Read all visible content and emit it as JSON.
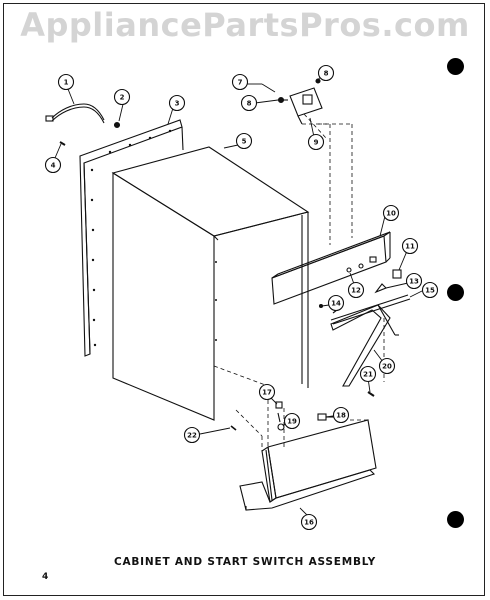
{
  "watermark": "AppliancePartsPros.com",
  "caption": "CABINET AND START SWITCH ASSEMBLY",
  "page_number": "4",
  "callouts": [
    "1",
    "2",
    "3",
    "4",
    "5",
    "7",
    "8",
    "8",
    "9",
    "10",
    "11",
    "12",
    "13",
    "14",
    "15",
    "16",
    "17",
    "18",
    "19",
    "20",
    "21",
    "22"
  ]
}
